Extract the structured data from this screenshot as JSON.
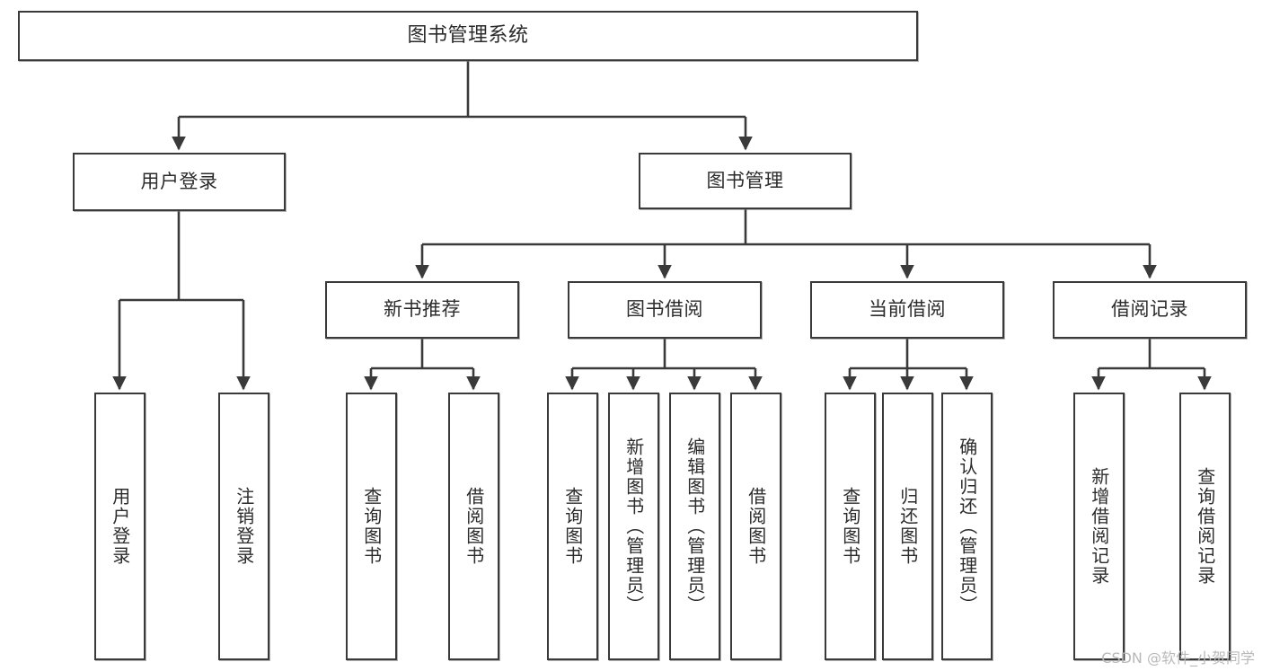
{
  "diagram": {
    "title": "图书管理系统",
    "type": "tree",
    "watermark": "CSDN @软件_小贺同学",
    "colors": {
      "box_border": "#3a3a3a",
      "box_fill": "#ffffff",
      "line": "#3a3a3a",
      "text": "#2b2b2b",
      "watermark": "#b9b9b9",
      "background": "#ffffff"
    },
    "nodes": {
      "root": {
        "label": "图书管理系统"
      },
      "level1": [
        {
          "label": "用户登录"
        },
        {
          "label": "图书管理"
        }
      ],
      "level2": [
        {
          "label": "新书推荐"
        },
        {
          "label": "图书借阅"
        },
        {
          "label": "当前借阅"
        },
        {
          "label": "借阅记录"
        }
      ],
      "leaves": {
        "user_login": [
          {
            "label": "用户登录"
          },
          {
            "label": "注销登录"
          }
        ],
        "new_book": [
          {
            "label": "查询图书"
          },
          {
            "label": "借阅图书"
          }
        ],
        "book_borrow": [
          {
            "label": "查询图书"
          },
          {
            "label": "新增图书（管理员）"
          },
          {
            "label": "编辑图书（管理员）"
          },
          {
            "label": "借阅图书"
          }
        ],
        "current_borrow": [
          {
            "label": "查询图书"
          },
          {
            "label": "归还图书"
          },
          {
            "label": "确认归还（管理员）"
          }
        ],
        "borrow_record": [
          {
            "label": "新增借阅记录"
          },
          {
            "label": "查询借阅记录"
          }
        ]
      }
    }
  }
}
